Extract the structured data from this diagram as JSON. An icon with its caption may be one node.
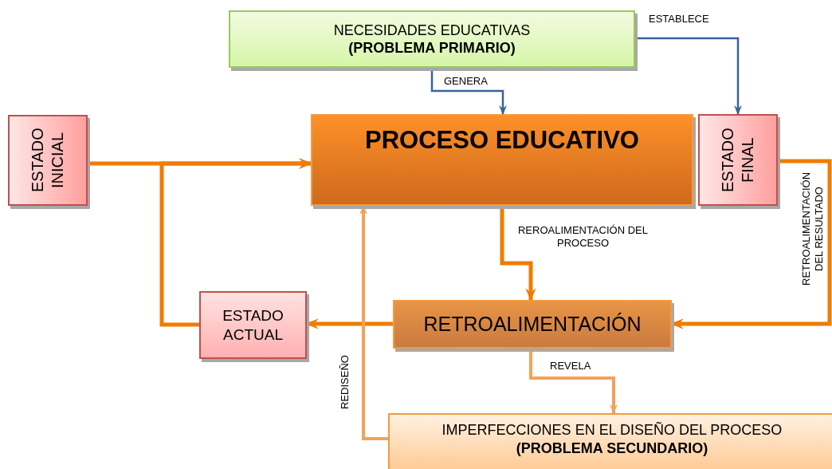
{
  "diagram": {
    "nodes": [
      {
        "text": [
          "NECESIDADES EDUCATIVAS",
          "(PROBLEMA PRIMARIO)"
        ]
      },
      {
        "text": [
          "ESTADO INICIAL"
        ]
      },
      {
        "text": [
          "PROCESO EDUCATIVO"
        ]
      },
      {
        "text": [
          "ESTADO FINAL"
        ]
      },
      {
        "text": [
          "ESTADO ACTUAL"
        ]
      },
      {
        "text": [
          "RETROALIMENTACIÓN"
        ]
      },
      {
        "text": [
          "IMPERFECCIONES EN EL DISEÑO DEL PROCESO",
          "(PROBLEMA SECUNDARIO)"
        ]
      }
    ],
    "edges": [
      {
        "from": 0,
        "to": 2,
        "arrow": "to",
        "label": "GENERA",
        "color": "#3a6399"
      },
      {
        "from": 0,
        "to": 3,
        "arrow": "to",
        "label": "ESTABLECE",
        "color": "#3a6399"
      },
      {
        "from": 1,
        "to": 2,
        "arrow": "to"
      },
      {
        "from": 4,
        "to": 2,
        "arrow": "to"
      },
      {
        "from": 2,
        "to": 5,
        "arrow": "to",
        "label": "REROALIMENTACIÓN DEL PROCESO"
      },
      {
        "from": 3,
        "to": 5,
        "arrow": "to",
        "label": "RETROALIMENTACIÓN DEL RESULTADO"
      },
      {
        "from": 5,
        "to": 4,
        "arrow": "to"
      },
      {
        "from": 5,
        "to": 6,
        "arrow": "to",
        "label": "REVELA",
        "color": "#f2a25a"
      },
      {
        "from": 6,
        "to": 2,
        "arrow": "to",
        "label": "REDISEÑO",
        "color": "#f2a25a"
      }
    ]
  }
}
